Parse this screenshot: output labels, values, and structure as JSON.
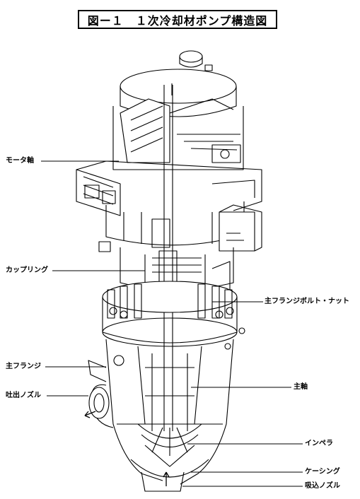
{
  "title": "図ー１　１次冷却材ポンプ構造図",
  "labels": {
    "motor_shaft": "モータ軸",
    "coupling": "カップリング",
    "main_flange_bolt_nut": "主フランジボルト・ナット",
    "main_flange": "主フランジ",
    "discharge_nozzle": "吐出ノズル",
    "main_shaft": "主軸",
    "impeller": "インペラ",
    "casing": "ケーシング",
    "suction_nozzle": "吸込ノズル"
  },
  "colors": {
    "line": "#000000",
    "background": "#ffffff"
  }
}
